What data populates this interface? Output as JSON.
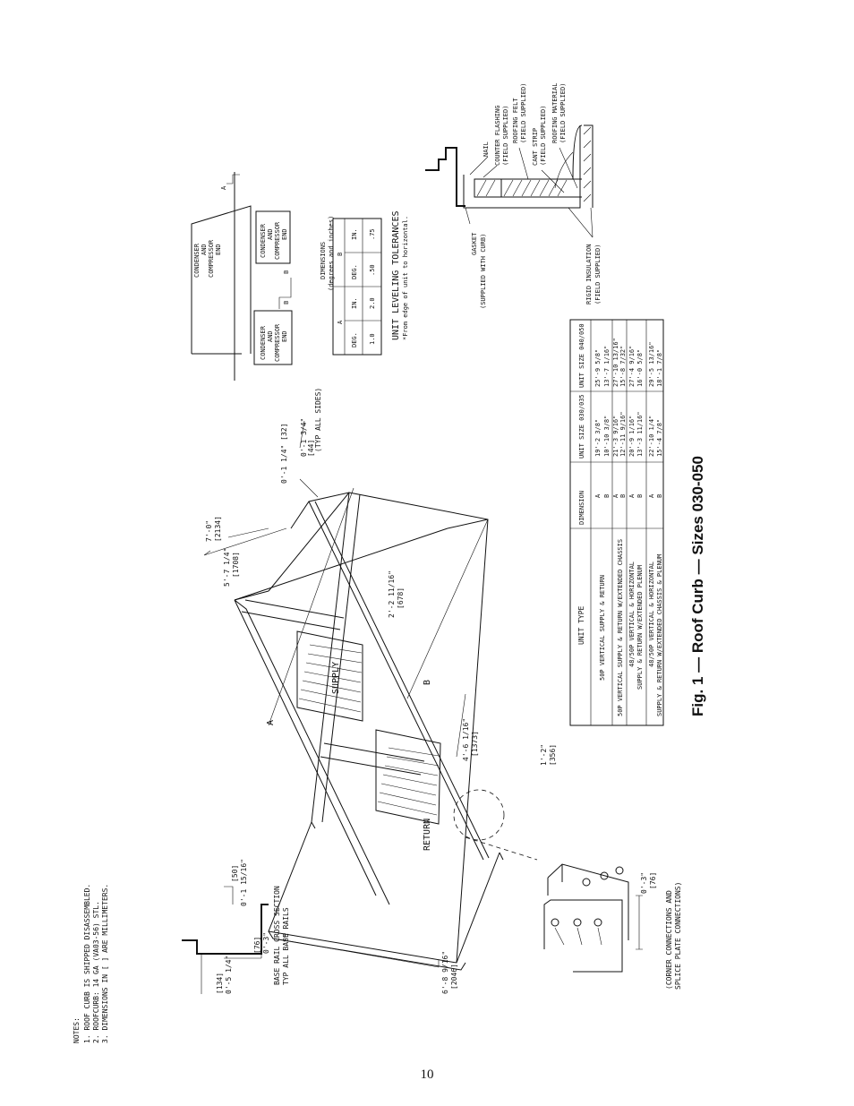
{
  "notes": {
    "title": "NOTES:",
    "items": [
      "1. ROOF CURB IS SHIPPED DISASSEMBLED.",
      "2. ROOFCURB: 14 GA (VA03-56) STL.",
      "3. DIMENSIONS IN [ ] ARE MILLIMETERS."
    ]
  },
  "base_rail": {
    "dim_height": "0'-5 1/4\"",
    "dim_height_mm": "[134]",
    "dim_flange": "0'-1 15/16\"",
    "dim_flange_mm": "[50]",
    "dim_base": "0'-3\"",
    "dim_base_mm": "[76]",
    "caption_1": "BASE RAIL CROSS SECTION",
    "caption_2": "TYP ALL BASE RAILS"
  },
  "curb": {
    "return_label": "RETURN",
    "supply_label": "SUPPLY",
    "dim_a": "A",
    "dim_b": "B",
    "dim_overall": "6'-8 9/16\"",
    "dim_overall_mm": "[2046]",
    "dim_width": "7'-0\"",
    "dim_width_mm": "[2134]",
    "dim_inner": "5'-7 1/4\"",
    "dim_inner_mm": "[1708]",
    "dim_mid": "2'-2 11/16\"",
    "dim_mid_mm": "[678]",
    "dim_return": "4'-6 1/16\"",
    "dim_return_mm": "[1373]",
    "dim_end": "1'-2\"",
    "dim_end_mm": "[356]",
    "dim_rail_1": "0'-1 1/4\" [32]",
    "dim_rail_2": "0'-1 3/4\"",
    "dim_rail_3": "[44]",
    "dim_rail_4": "(TYP ALL SIDES)"
  },
  "detail": {
    "dim": "0'-3\"",
    "dim_mm": "[76]",
    "caption_1": "(CORNER CONNECTIONS AND",
    "caption_2": "SPLICE PLATE CONNECTIONS)"
  },
  "leveling": {
    "box_label": "CONDENSER AND COMPRESSOR END",
    "box_line1": "CONDENSER",
    "box_line2": "AND",
    "box_line3": "COMPRESSOR",
    "box_line4": "END",
    "marker_a": "A",
    "marker_b": "B",
    "table_title_1": "DIMENSIONS",
    "table_title_2": "(degrees and inches)",
    "col_a": "A",
    "col_b": "B",
    "headers": [
      "DEG.",
      "IN.",
      "DEG.",
      "IN."
    ],
    "values": [
      "1.0",
      "2.0",
      ".50",
      ".75"
    ],
    "title": "UNIT LEVELING TOLERANCES",
    "subtitle": "*From edge of unit to horizontal."
  },
  "flashing": {
    "counter_flashing": "COUNTER FLASHING",
    "counter_flashing_2": "(FIELD SUPPLIED)",
    "roofing_felt": "ROOFING FELT",
    "roofing_felt_2": "(FIELD SUPPLIED)",
    "cant_strip": "CANT STRIP",
    "cant_strip_2": "(FIELD SUPPLIED)",
    "roofing_material": "ROOFING MATERIAL",
    "roofing_material_2": "(FIELD SUPPLIED)",
    "nail": "NAIL",
    "gasket": "GASKET",
    "gasket_2": "(SUPPLIED WITH CURB)",
    "insulation": "RIGID INSULATION",
    "insulation_2": "(FIELD SUPPLIED)"
  },
  "dim_table": {
    "headers": [
      "UNIT TYPE",
      "DIMENSION",
      "UNIT SIZE 030/035",
      "UNIT SIZE 040/050"
    ],
    "rows": [
      {
        "type_1": "50P VERTICAL SUPPLY & RETURN",
        "type_2": "",
        "dim": [
          "A",
          "B"
        ],
        "s030": [
          "19'-2 3/8\"",
          "10'-10 3/8\""
        ],
        "s040": [
          "25'-9 5/8\"",
          "13'-7 1/16\""
        ]
      },
      {
        "type_1": "50P VERTICAL SUPPLY & RETURN W/EXTENDED CHASSIS",
        "type_2": "",
        "dim": [
          "A",
          "B"
        ],
        "s030": [
          "21'-3 9/16\"",
          "12'-11 9/16\""
        ],
        "s040": [
          "27'-10 13/16\"",
          "15'-8 7/32\""
        ]
      },
      {
        "type_1": "48/50P VERTICAL & HORIZONTAL",
        "type_2": "SUPPLY & RETURN W/EXTENDED PLENUM",
        "dim": [
          "A",
          "B"
        ],
        "s030": [
          "20'-9 1/16\"",
          "13'-3 11/16\""
        ],
        "s040": [
          "27'-4 9/16\"",
          "16'-0 5/8\""
        ]
      },
      {
        "type_1": "48/50P VERTICAL & HORIZONTAL",
        "type_2": "SUPPLY & RETURN W/EXTENDED CHASSIS & PLENUM",
        "dim": [
          "A",
          "B"
        ],
        "s030": [
          "22'-10 1/4\"",
          "15'-4 7/8\""
        ],
        "s040": [
          "29'-5 13/16\"",
          "18'-1 7/8\""
        ]
      }
    ]
  },
  "figure_caption": "Fig. 1 — Roof Curb — Sizes 030-050",
  "page_number": "10"
}
